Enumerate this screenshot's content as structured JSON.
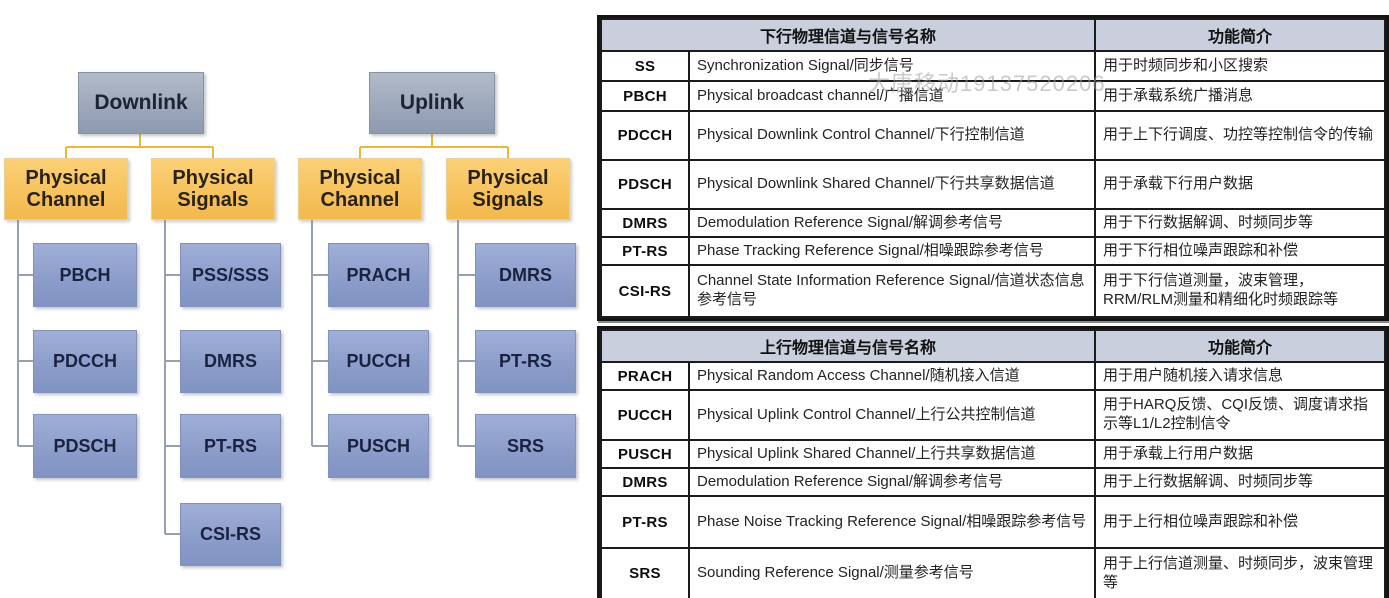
{
  "watermark": "大唐移动19137520206",
  "colors": {
    "header_bg": "#c9cfdd",
    "root_box": "#9da8bb",
    "parent_box": "#f6c25c",
    "leaf_box": "#8b9cca",
    "connector_yellow": "#ecb73d",
    "connector_gray": "#97a0b0",
    "table_border": "#141414"
  },
  "diagram": {
    "trees": [
      {
        "root": "Downlink",
        "children": [
          {
            "label": "Physical Channel",
            "leaves": [
              "PBCH",
              "PDCCH",
              "PDSCH"
            ]
          },
          {
            "label": "Physical Signals",
            "leaves": [
              "PSS/SSS",
              "DMRS",
              "PT-RS",
              "CSI-RS"
            ]
          }
        ]
      },
      {
        "root": "Uplink",
        "children": [
          {
            "label": "Physical Channel",
            "leaves": [
              "PRACH",
              "PUCCH",
              "PUSCH"
            ]
          },
          {
            "label": "Physical Signals",
            "leaves": [
              "DMRS",
              "PT-RS",
              "SRS"
            ]
          }
        ]
      }
    ]
  },
  "tables": [
    {
      "name_header": "下行物理信道与信号名称",
      "func_header": "功能简介",
      "rows": [
        {
          "abbr": "SS",
          "name": "Synchronization Signal/同步信号",
          "func": "用于时频同步和小区搜索"
        },
        {
          "abbr": "PBCH",
          "name": "Physical broadcast channel/广播信道",
          "func": "用于承载系统广播消息"
        },
        {
          "abbr": "PDCCH",
          "name": "Physical Downlink Control Channel/下行控制信道",
          "func": "用于上下行调度、功控等控制信令的传输"
        },
        {
          "abbr": "PDSCH",
          "name": "Physical Downlink Shared Channel/下行共享数据信道",
          "func": "用于承载下行用户数据"
        },
        {
          "abbr": "DMRS",
          "name": "Demodulation Reference Signal/解调参考信号",
          "func": "用于下行数据解调、时频同步等"
        },
        {
          "abbr": "PT-RS",
          "name": "Phase Tracking Reference Signal/相噪跟踪参考信号",
          "func": "用于下行相位噪声跟踪和补偿"
        },
        {
          "abbr": "CSI-RS",
          "name": "Channel State Information Reference Signal/信道状态信息参考信号",
          "func": "用于下行信道测量，波束管理，RRM/RLM测量和精细化时频跟踪等"
        }
      ]
    },
    {
      "name_header": "上行物理信道与信号名称",
      "func_header": "功能简介",
      "rows": [
        {
          "abbr": "PRACH",
          "name": "Physical Random Access Channel/随机接入信道",
          "func": "用于用户随机接入请求信息"
        },
        {
          "abbr": "PUCCH",
          "name": "Physical Uplink Control Channel/上行公共控制信道",
          "func": "用于HARQ反馈、CQI反馈、调度请求指示等L1/L2控制信令"
        },
        {
          "abbr": "PUSCH",
          "name": "Physical Uplink Shared Channel/上行共享数据信道",
          "func": "用于承载上行用户数据"
        },
        {
          "abbr": "DMRS",
          "name": "Demodulation Reference Signal/解调参考信号",
          "func": "用于上行数据解调、时频同步等"
        },
        {
          "abbr": "PT-RS",
          "name": "Phase Noise Tracking Reference Signal/相噪跟踪参考信号",
          "func": "用于上行相位噪声跟踪和补偿"
        },
        {
          "abbr": "SRS",
          "name": "Sounding Reference Signal/测量参考信号",
          "func": "用于上行信道测量、时频同步，波束管理等"
        }
      ]
    }
  ]
}
